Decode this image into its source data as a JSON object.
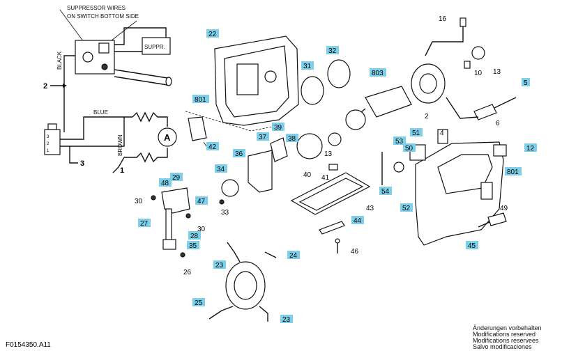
{
  "wiring": {
    "suppressor_line1": "SUPPRESSOR WIRES",
    "suppressor_line2": "ON SWITCH BOTTOM SIDE",
    "suppr_box": "SUPPR.",
    "black": "BLACK",
    "blue": "BLUE",
    "brown": "BROWN",
    "motor": "A",
    "ref_2": "2",
    "ref_3": "3",
    "ref_1": "1",
    "switch_pins": [
      "3",
      "2",
      "1"
    ]
  },
  "parts": {
    "p16": "16",
    "p22": "22",
    "p32": "32",
    "p10": "10",
    "p13a": "13",
    "p5": "5",
    "p31": "31",
    "p803": "803",
    "p801a": "801",
    "p2": "2",
    "p6": "6",
    "p39": "39",
    "p37": "37",
    "p38": "38",
    "p42": "42",
    "p53": "53",
    "p51": "51",
    "p4": "4",
    "p12": "12",
    "p50": "50",
    "p36": "36",
    "p13b": "13",
    "p801b": "801",
    "p34": "34",
    "p29": "29",
    "p40": "40",
    "p41": "41",
    "p48": "48",
    "p30a": "30",
    "p47": "47",
    "p33": "33",
    "p54": "54",
    "p52": "52",
    "p49": "49",
    "p43": "43",
    "p27": "27",
    "p30b": "30",
    "p28": "28",
    "p44": "44",
    "p35": "35",
    "p45": "45",
    "p46": "46",
    "p26": "26",
    "p24": "24",
    "p23a": "23",
    "p25": "25",
    "p23b": "23"
  },
  "footer": {
    "code": "F0154350.A11",
    "notes": [
      "Änderungen vorbehalten",
      "Modifications reserved",
      "Modifications reservees",
      "Salvo modificaciones"
    ]
  }
}
